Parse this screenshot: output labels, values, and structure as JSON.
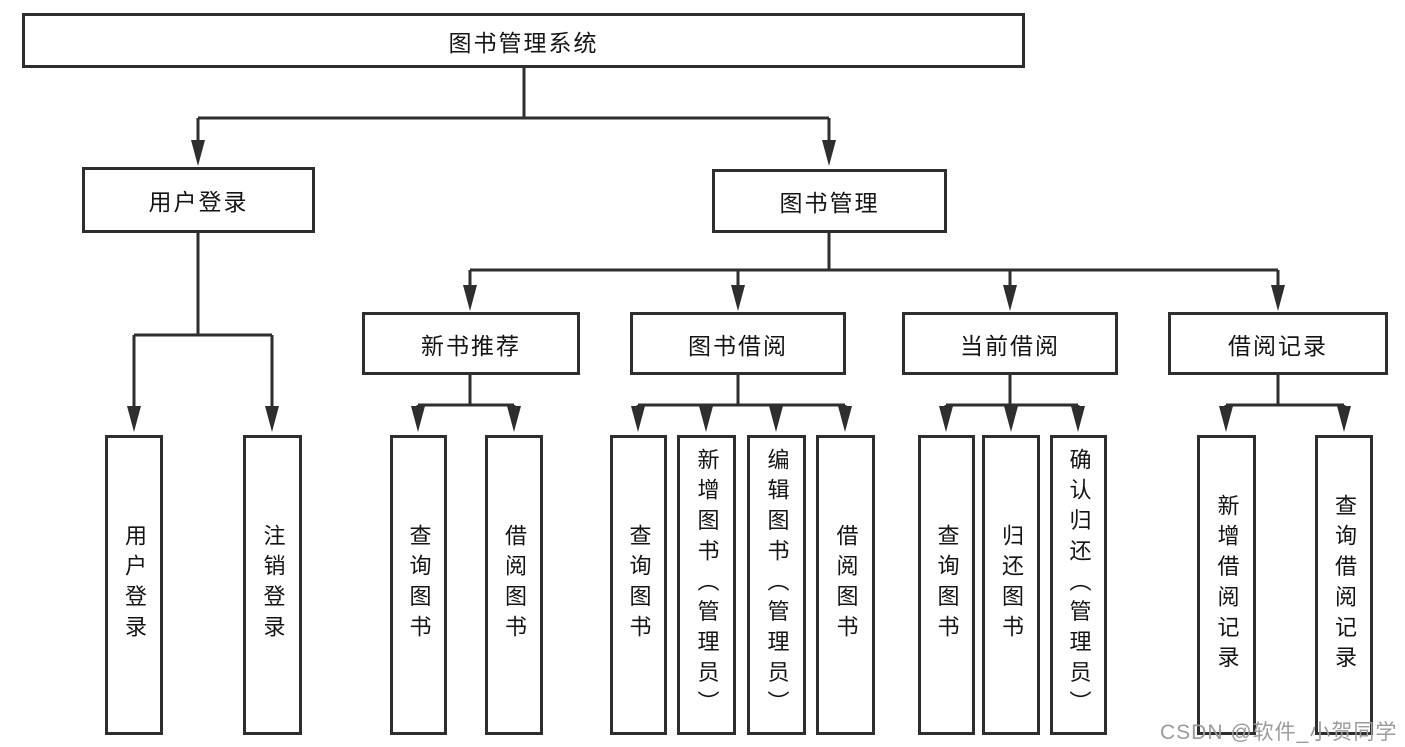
{
  "diagram": {
    "root": "图书管理系统",
    "level2": [
      "用户登录",
      "图书管理"
    ],
    "level3": [
      "新书推荐",
      "图书借阅",
      "当前借阅",
      "借阅记录"
    ],
    "leaves_user_login": [
      "用户登录",
      "注销登录"
    ],
    "leaves_new_book": [
      "查询图书",
      "借阅图书"
    ],
    "leaves_book_borrow": [
      "查询图书",
      "新增图书（管理员）",
      "编辑图书（管理员）",
      "借阅图书"
    ],
    "leaves_current_borrow": [
      "查询图书",
      "归还图书",
      "确认归还（管理员）"
    ],
    "leaves_borrow_record": [
      "新增借阅记录",
      "查询借阅记录"
    ]
  },
  "watermark": "CSDN @软件_小贺同学",
  "colors": {
    "line": "#2e2e2e",
    "box_border": "#2e2e2e",
    "text": "#141414",
    "watermark": "#9b9b9b",
    "background": "#ffffff"
  }
}
